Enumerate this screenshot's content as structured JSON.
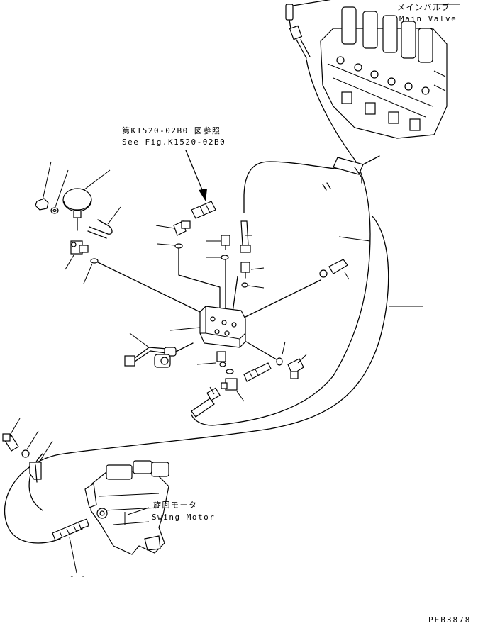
{
  "labels": {
    "main_valve_jp": "メインバルブ",
    "main_valve_en": "Main Valve",
    "see_fig_jp": "第K1520-02B0 図参照",
    "see_fig_en": "See Fig.K1520-02B0",
    "swing_motor_jp": "旋回モータ",
    "swing_motor_en": "Swing Motor",
    "dashes": "- -",
    "figure_code": "PEB3878"
  }
}
